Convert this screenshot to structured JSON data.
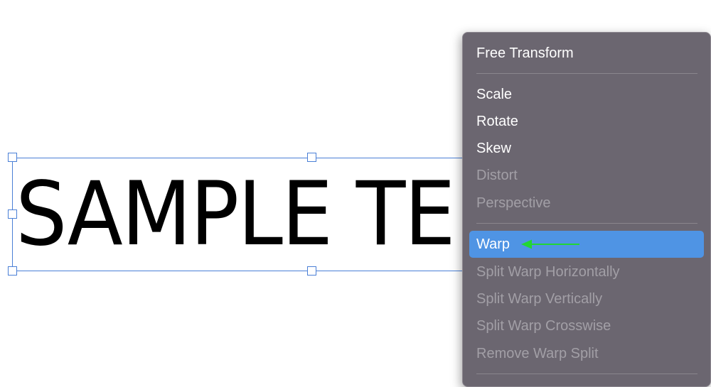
{
  "canvas": {
    "sample_text": "SAMPLE TE"
  },
  "context_menu": {
    "items": [
      {
        "label": "Free Transform",
        "enabled": true
      },
      {
        "label": "Scale",
        "enabled": true
      },
      {
        "label": "Rotate",
        "enabled": true
      },
      {
        "label": "Skew",
        "enabled": true
      },
      {
        "label": "Distort",
        "enabled": false
      },
      {
        "label": "Perspective",
        "enabled": false
      },
      {
        "label": "Warp",
        "enabled": true,
        "selected": true
      },
      {
        "label": "Split Warp Horizontally",
        "enabled": false
      },
      {
        "label": "Split Warp Vertically",
        "enabled": false
      },
      {
        "label": "Split Warp Crosswise",
        "enabled": false
      },
      {
        "label": "Remove Warp Split",
        "enabled": false
      }
    ]
  },
  "colors": {
    "menu_background": "#6b6670",
    "selection_highlight": "#4f94e4",
    "transform_box": "#4a7fd6",
    "annotation_arrow": "#22d633"
  },
  "annotation": {
    "icon": "green-arrow-icon",
    "points_to": "Warp"
  }
}
